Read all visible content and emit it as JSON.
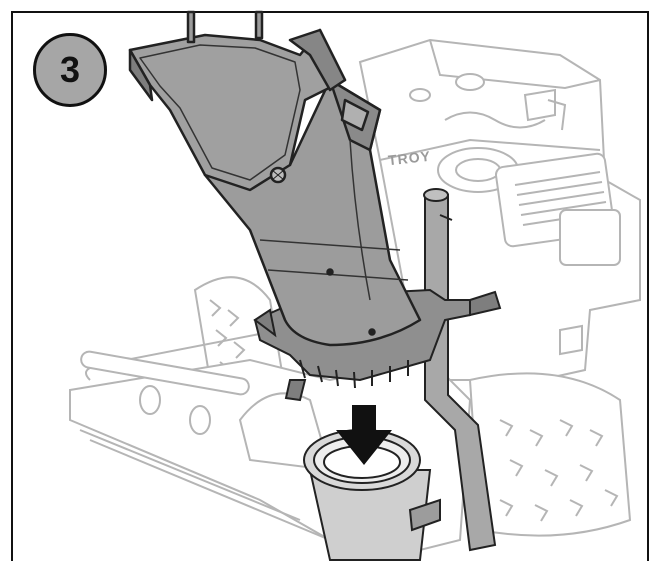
{
  "step": {
    "number": "3"
  },
  "engine": {
    "brand": "TROY"
  },
  "colors": {
    "chute_fill": "#9c9c9c",
    "chute_dark": "#7e7e7e",
    "line_art": "#b5b5b5",
    "outline": "#222222",
    "badge_fill": "#a6a6a6",
    "arrow": "#111111"
  },
  "icons": [
    "step-badge",
    "down-arrow-icon",
    "chute-deflector",
    "discharge-ring"
  ]
}
